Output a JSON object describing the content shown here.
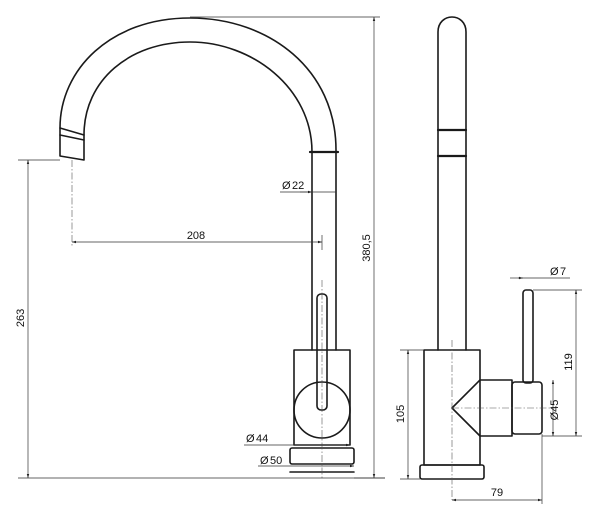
{
  "dimensions": {
    "d_spout": "22",
    "reach": "208",
    "height_total": "380,5",
    "height_spout": "263",
    "d_handle": "7",
    "h_handle": "119",
    "h_body": "105",
    "d_joint": "45",
    "d_body": "44",
    "d_base": "50",
    "depth_handle": "79"
  },
  "colors": {
    "line": "#1a1a1a",
    "dimension": "#333333",
    "background": "#ffffff"
  }
}
